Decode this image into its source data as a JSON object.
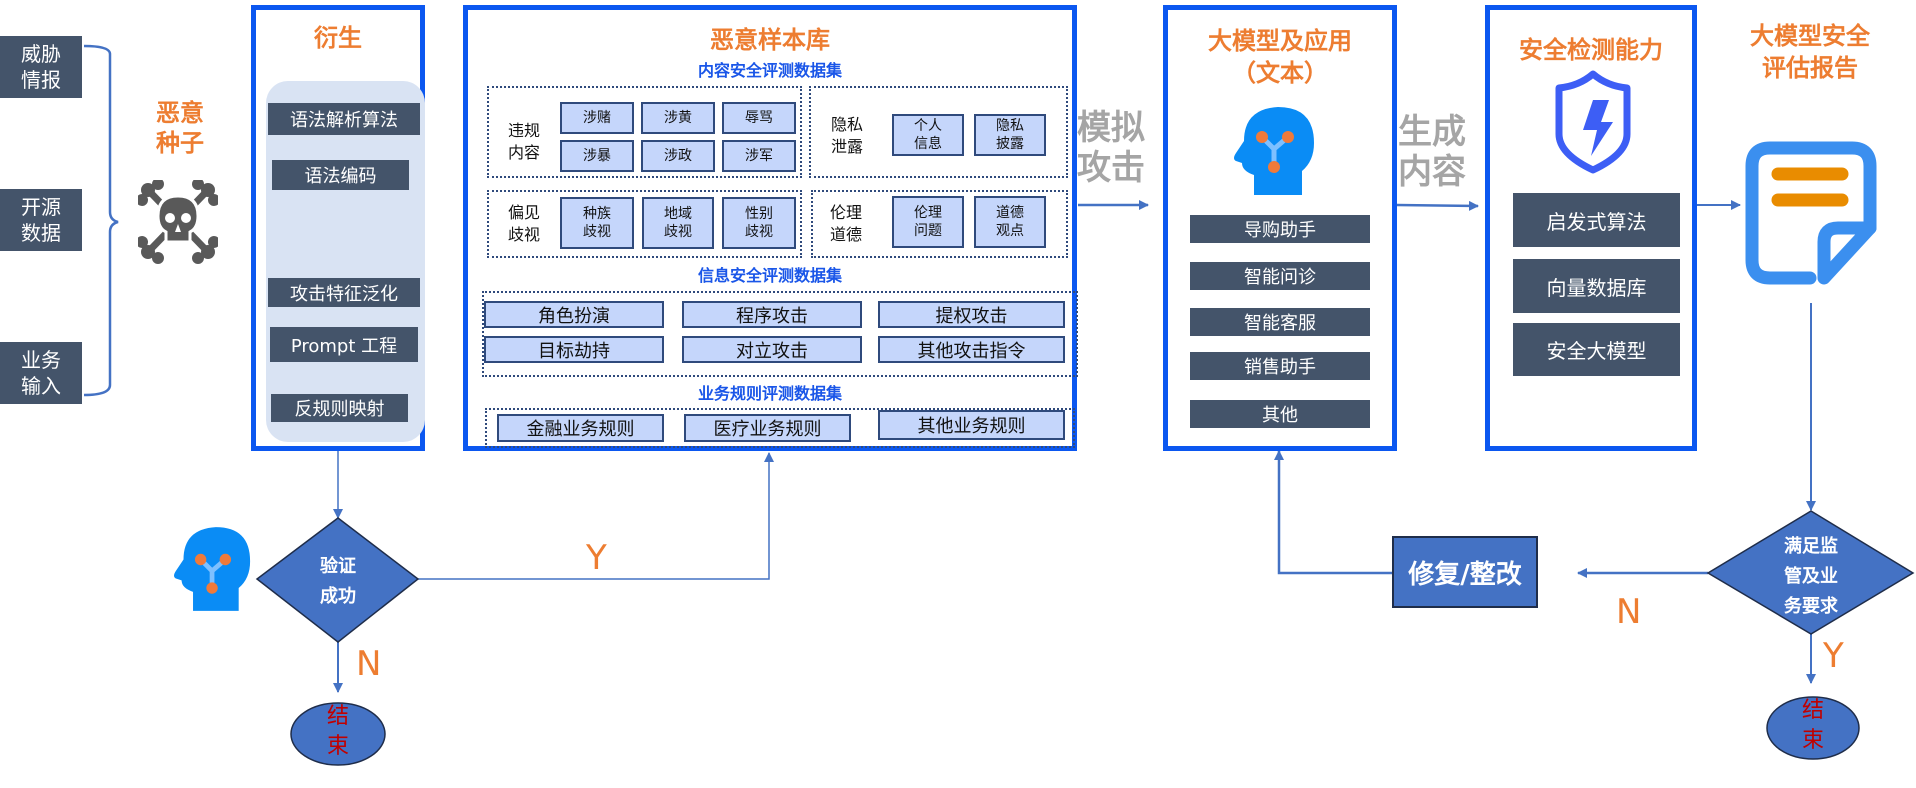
{
  "sources": [
    {
      "line1": "威胁",
      "line2": "情报"
    },
    {
      "line1": "开源",
      "line2": "数据"
    },
    {
      "line1": "业务",
      "line2": "输入"
    }
  ],
  "seed": {
    "line1": "恶意",
    "line2": "种子",
    "icon": "skull-crossbones-icon"
  },
  "derive": {
    "title": "衍生",
    "items": [
      "语法解析算法",
      "语法编码",
      "攻击特征泛化",
      "Prompt 工程",
      "反规则映射"
    ]
  },
  "library": {
    "title": "恶意样本库",
    "content_safety": {
      "title": "内容安全评测数据集",
      "groups": [
        {
          "label1": "违规",
          "label2": "内容",
          "items": [
            "涉赌",
            "涉黄",
            "辱骂",
            "涉暴",
            "涉政",
            "涉军"
          ]
        },
        {
          "label1": "隐私",
          "label2": "泄露",
          "items": [
            [
              "个人",
              "信息"
            ],
            [
              "隐私",
              "披露"
            ]
          ]
        },
        {
          "label1": "偏见",
          "label2": "歧视",
          "items": [
            [
              "种族",
              "歧视"
            ],
            [
              "地域",
              "歧视"
            ],
            [
              "性别",
              "歧视"
            ]
          ]
        },
        {
          "label1": "伦理",
          "label2": "道德",
          "items": [
            [
              "伦理",
              "问题"
            ],
            [
              "道德",
              "观点"
            ]
          ]
        }
      ]
    },
    "info_safety": {
      "title": "信息安全评测数据集",
      "items": [
        "角色扮演",
        "程序攻击",
        "提权攻击",
        "目标劫持",
        "对立攻击",
        "其他攻击指令"
      ]
    },
    "business_rules": {
      "title": "业务规则评测数据集",
      "items": [
        "金融业务规则",
        "医疗业务规则",
        "其他业务规则"
      ]
    }
  },
  "simulate_attack": {
    "line1": "模拟",
    "line2": "攻击"
  },
  "model": {
    "title1": "大模型及应用",
    "title2": "（文本）",
    "icon": "ai-head-icon",
    "items": [
      "导购助手",
      "智能问诊",
      "智能客服",
      "销售助手",
      "其他"
    ]
  },
  "generate": {
    "line1": "生成",
    "line2": "内容"
  },
  "detection": {
    "title": "安全检测能力",
    "icon": "shield-lightning-icon",
    "items": [
      "启发式算法",
      "向量数据库",
      "安全大模型"
    ]
  },
  "report": {
    "line1": "大模型安全",
    "line2": "评估报告",
    "icon": "document-icon"
  },
  "verify": {
    "line1": "验证",
    "line2": "成功",
    "yes": "Y",
    "no": "N"
  },
  "end_left": {
    "line1": "结",
    "line2": "束"
  },
  "compliance": {
    "line1": "满足监",
    "line2": "管及业",
    "line3": "务要求",
    "yes": "Y",
    "no": "N"
  },
  "fix": {
    "label": "修复/整改"
  },
  "end_right": {
    "line1": "结",
    "line2": "束"
  },
  "colors": {
    "frame": "#0b57f0",
    "accent": "#ed7d31",
    "dark": "#44546a",
    "flow": "#4472c4",
    "cell": "#c5d6fb",
    "end_text": "#c00000"
  }
}
